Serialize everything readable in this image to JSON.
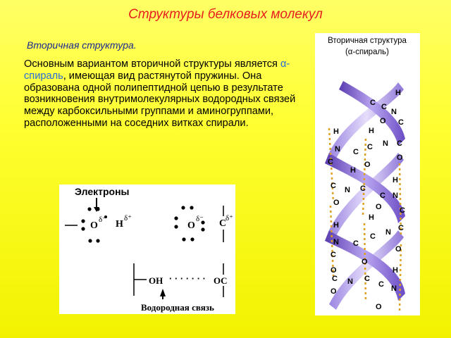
{
  "slide": {
    "title": "Структуры белковых молекул",
    "subtitle": "Вторичная структура.",
    "text_part1": "Основным вариантом вторичной структуры является ",
    "text_highlight": "α-спираль",
    "text_part2": ", имеющая вид растянутой пружины. Она образована одной полипептидной цепью в результате возникновения внутримолекулярных водородных связей между карбоксильными группами и аминогруппами, расположенными на соседних витках спирали."
  },
  "bond_figure": {
    "electrons_label": "Электроны",
    "atom_o_left": "O",
    "delta_minus": "δ⁻",
    "atom_h": "H",
    "delta_plus": "δ⁺",
    "atom_o_right": "O",
    "atom_c": "C",
    "oh_label": "OH",
    "dots": "· · · · · · ·",
    "oc_label": "OC",
    "caption": "Водородная связь"
  },
  "helix_figure": {
    "caption_line1": "Вторичная структура",
    "caption_line2": "(α-спираль)",
    "colors": {
      "ribbon": "#7a5ad0",
      "ribbon_light": "#c9b8f4",
      "hbond": "#e0a020"
    }
  }
}
